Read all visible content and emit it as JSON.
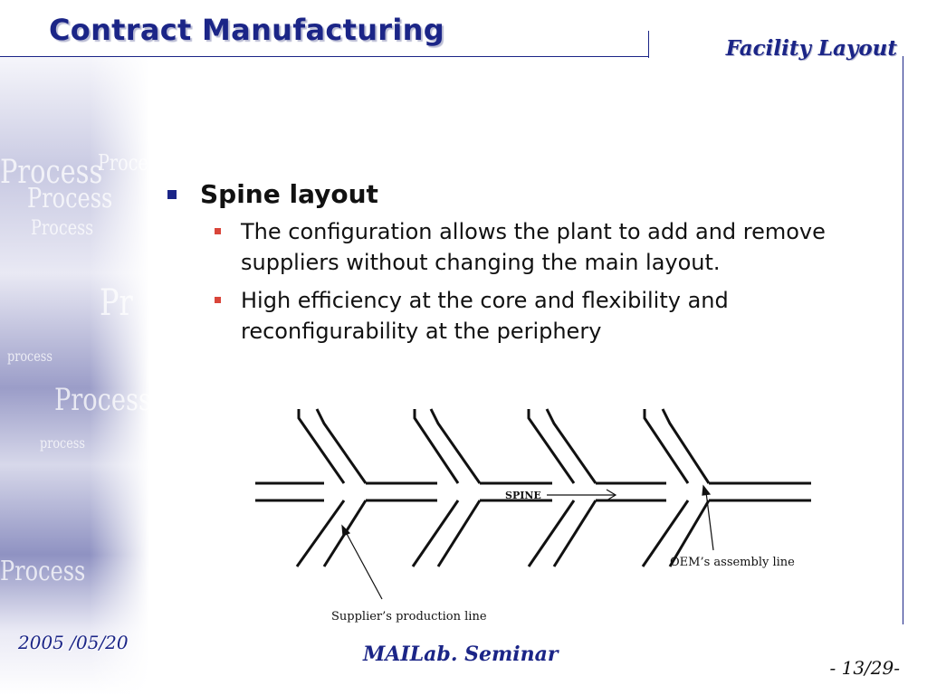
{
  "header": {
    "title": "Contract Manufacturing",
    "section": "Facility Layout"
  },
  "content": {
    "heading": "Spine layout",
    "bullets": [
      "The configuration allows the plant to add and remove suppliers without changing the main layout.",
      "High efficiency at the core and flexibility and reconfigurability at the periphery"
    ]
  },
  "diagram": {
    "spine_label": "SPINE",
    "oem_label": "OEM’s assembly line",
    "supplier_label": "Supplier’s production line"
  },
  "sidebar": {
    "collage_words": [
      "Process",
      "Proce",
      "process",
      "Process",
      "Pr",
      "Process",
      "process",
      "Process",
      "Process"
    ]
  },
  "footer": {
    "date": "2005 /05/20",
    "seminar": "MAILab.  Seminar",
    "page": "- 13/29-"
  },
  "colors": {
    "title_blue": "#1b2587",
    "bullet_red": "#d9453a"
  }
}
